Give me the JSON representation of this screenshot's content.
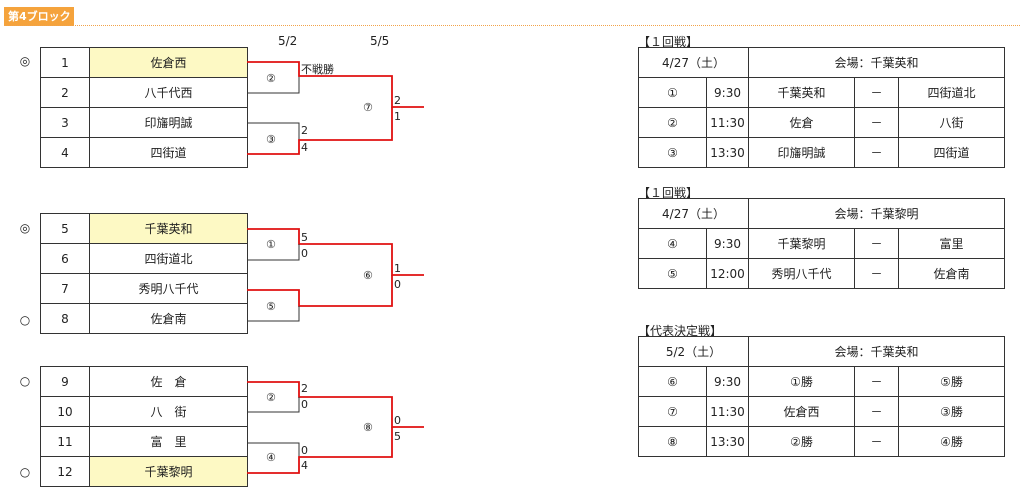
{
  "block_label": "第4ブロック",
  "round_dates": [
    "5/2",
    "5/5"
  ],
  "groups": [
    {
      "teams": [
        {
          "mark": "◎",
          "num": "1",
          "name": "佐倉西",
          "win": true
        },
        {
          "mark": "",
          "num": "2",
          "name": "八千代西",
          "win": false
        },
        {
          "mark": "",
          "num": "3",
          "name": "印旛明誠",
          "win": false
        },
        {
          "mark": "",
          "num": "4",
          "name": "四街道",
          "win": false
        }
      ]
    },
    {
      "teams": [
        {
          "mark": "◎",
          "num": "5",
          "name": "千葉英和",
          "win": true
        },
        {
          "mark": "",
          "num": "6",
          "name": "四街道北",
          "win": false
        },
        {
          "mark": "",
          "num": "7",
          "name": "秀明八千代",
          "win": false
        },
        {
          "mark": "○",
          "num": "8",
          "name": "佐倉南",
          "win": false
        }
      ]
    },
    {
      "teams": [
        {
          "mark": "○",
          "num": "9",
          "name": "佐　倉",
          "win": false
        },
        {
          "mark": "",
          "num": "10",
          "name": "八　街",
          "win": false
        },
        {
          "mark": "",
          "num": "11",
          "name": "富　里",
          "win": false
        },
        {
          "mark": "○",
          "num": "12",
          "name": "千葉黎明",
          "win": true
        }
      ]
    }
  ],
  "bracket_labels": {
    "g1": {
      "m1": "②",
      "m1_score": "不戦勝",
      "m2": "③",
      "m2_top": "2",
      "m2_bot": "4",
      "final": "⑦",
      "final_top": "2",
      "final_bot": "1"
    },
    "g2": {
      "m1": "①",
      "m1_top": "5",
      "m1_bot": "0",
      "m2": "⑤",
      "final": "⑥",
      "final_top": "1",
      "final_bot": "0"
    },
    "g3": {
      "m1": "②",
      "m1_top": "2",
      "m1_bot": "0",
      "m2": "④",
      "m2_top": "0",
      "m2_bot": "4",
      "final": "⑧",
      "final_top": "0",
      "final_bot": "5"
    }
  },
  "schedules": [
    {
      "title": "【１回戦】",
      "date": "4/27（土）",
      "venue": "会場：千葉英和",
      "rows": [
        {
          "no": "①",
          "time": "9:30",
          "home": "千葉英和",
          "dash": "－",
          "away": "四街道北"
        },
        {
          "no": "②",
          "time": "11:30",
          "home": "佐倉",
          "dash": "－",
          "away": "八街"
        },
        {
          "no": "③",
          "time": "13:30",
          "home": "印旛明誠",
          "dash": "－",
          "away": "四街道"
        }
      ]
    },
    {
      "title": "【１回戦】",
      "date": "4/27（土）",
      "venue": "会場：千葉黎明",
      "rows": [
        {
          "no": "④",
          "time": "9:30",
          "home": "千葉黎明",
          "dash": "－",
          "away": "富里"
        },
        {
          "no": "⑤",
          "time": "12:00",
          "home": "秀明八千代",
          "dash": "－",
          "away": "佐倉南"
        }
      ]
    },
    {
      "title": "【代表決定戦】",
      "date": "5/2（土）",
      "venue": "会場：千葉英和",
      "rows": [
        {
          "no": "⑥",
          "time": "9:30",
          "home": "①勝",
          "dash": "－",
          "away": "⑤勝"
        },
        {
          "no": "⑦",
          "time": "11:30",
          "home": "佐倉西",
          "dash": "－",
          "away": "③勝"
        },
        {
          "no": "⑧",
          "time": "13:30",
          "home": "②勝",
          "dash": "－",
          "away": "④勝"
        }
      ]
    }
  ]
}
